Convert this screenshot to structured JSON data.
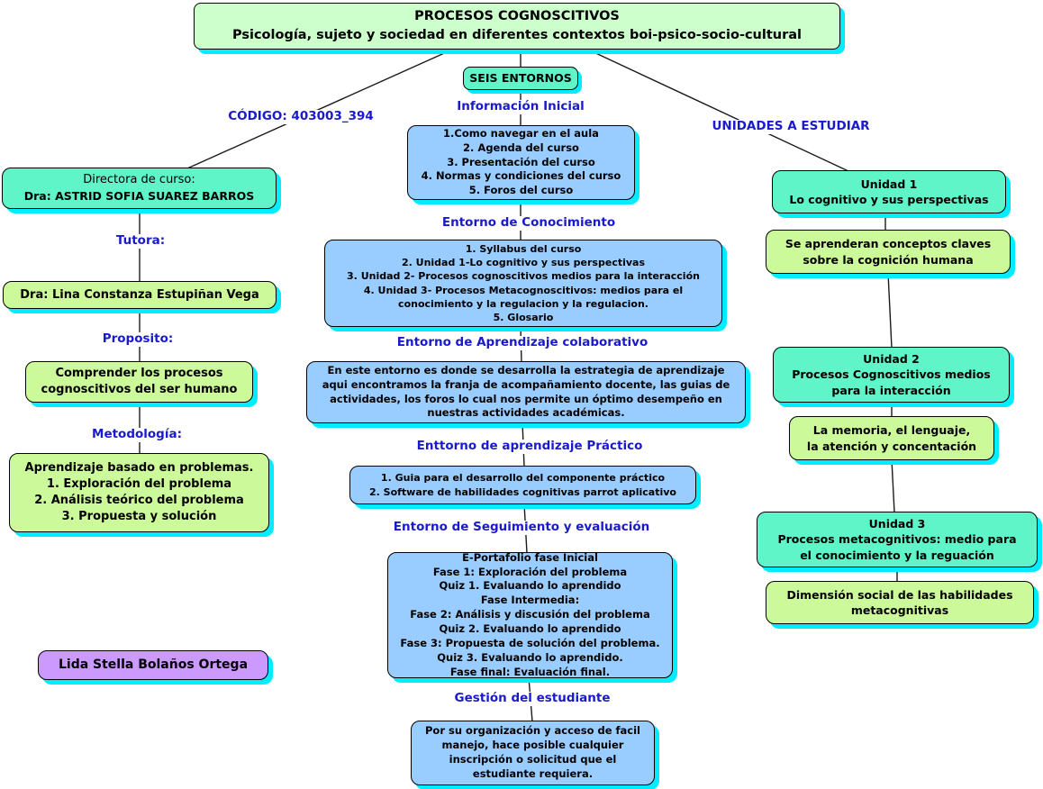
{
  "colors": {
    "title_fill": "#ccffcc",
    "teal_fill": "#5ff5c8",
    "lime_fill": "#ccf999",
    "blue_fill": "#99ccff",
    "purple_fill": "#cc99ff",
    "shadow": "#00ecff",
    "heading_text": "#1a1acd",
    "node_text": "#000000"
  },
  "title": {
    "lines": [
      "PROCESOS COGNOSCITIVOS",
      "Psicología, sujeto y sociedad en diferentes contextos boi-psico-socio-cultural"
    ]
  },
  "root_label": "SEIS ENTORNOS",
  "side_labels": {
    "codigo": "CÓDIGO: 403003_394",
    "unidades": "UNIDADES A ESTUDIAR"
  },
  "left_column": {
    "director_box": {
      "lines": [
        "Directora de curso:",
        "Dra: ASTRID SOFIA SUAREZ BARROS"
      ]
    },
    "tutora_label": "Tutora:",
    "tutora_box": "Dra: Lina Constanza Estupiñan Vega",
    "proposito_label": "Proposito:",
    "proposito_box": {
      "lines": [
        "Comprender los procesos",
        "cognoscitivos del ser humano"
      ]
    },
    "metodologia_label": "Metodología:",
    "metodologia_box": {
      "lines": [
        "Aprendizaje basado en problemas.",
        "1. Exploración del problema",
        "2. Análisis teórico del problema",
        "3. Propuesta y solución"
      ]
    },
    "author_box": "Lida Stella Bolaños Ortega"
  },
  "center_column": {
    "sections": [
      {
        "heading": "Información Inicial",
        "lines": [
          "1.Como navegar en el aula",
          "2. Agenda del curso",
          "3. Presentación del curso",
          "4. Normas y condiciones del curso",
          "5. Foros del curso"
        ]
      },
      {
        "heading": "Entorno de Conocimiento",
        "lines": [
          "1. Syllabus del curso",
          "2. Unidad 1-Lo cognitivo y sus perspectivas",
          "3. Unidad 2- Procesos cognoscitivos medios para la interacción",
          "4. Unidad 3- Procesos Metacognoscitivos: medios para el",
          "conocimiento y la regulacion y la regulacion.",
          "5. Glosario"
        ]
      },
      {
        "heading": "Entorno de Aprendizaje colaborativo",
        "lines": [
          "En este entorno es donde se desarrolla la estrategia de aprendizaje",
          "aqui encontramos la franja de acompañamiento docente, las guias de",
          "actividades, los foros lo cual nos permite un óptimo desempeño en",
          "nuestras actividades académicas."
        ]
      },
      {
        "heading": "Enttorno de aprendizaje Práctico",
        "lines": [
          "1. Guia para el desarrollo del componente práctico",
          "2. Software de habilidades cognitivas parrot aplicativo"
        ]
      },
      {
        "heading": "Entorno de Seguimiento y evaluación",
        "lines": [
          "E-Portafolio fase Inicial",
          "Fase 1: Exploración del problema",
          "Quiz 1. Evaluando lo aprendido",
          "Fase Intermedia:",
          "Fase 2: Análisis y discusión del problema",
          "Quiz 2. Evaluando lo aprendido",
          "Fase 3: Propuesta de solución del problema.",
          "Quiz 3. Evaluando lo aprendido.",
          "Fase final: Evaluación final."
        ]
      },
      {
        "heading": "Gestión del estudiante",
        "lines": [
          "Por su organización y acceso de facil",
          "manejo,  hace posible cualquier",
          "inscripción o solicitud que el",
          "estudiante requiera."
        ]
      }
    ]
  },
  "right_column": {
    "unidad1_box": {
      "lines": [
        "Unidad 1",
        "Lo cognitivo y sus perspectivas"
      ]
    },
    "unidad1_detail_box": {
      "lines": [
        "Se aprenderan conceptos claves",
        "sobre la cognición humana"
      ]
    },
    "unidad2_box": {
      "lines": [
        "Unidad 2",
        "Procesos Cognoscitivos medios",
        "para la interacción"
      ]
    },
    "unidad2_detail_box": {
      "lines": [
        "La memoria, el lenguaje,",
        "la atención y concentación"
      ]
    },
    "unidad3_box": {
      "lines": [
        "Unidad 3",
        "Procesos metacognitivos: medio para",
        "el conocimiento y la reguación"
      ]
    },
    "unidad3_detail_box": {
      "lines": [
        "Dimensión social de las habilidades",
        "metacognitivas"
      ]
    }
  }
}
